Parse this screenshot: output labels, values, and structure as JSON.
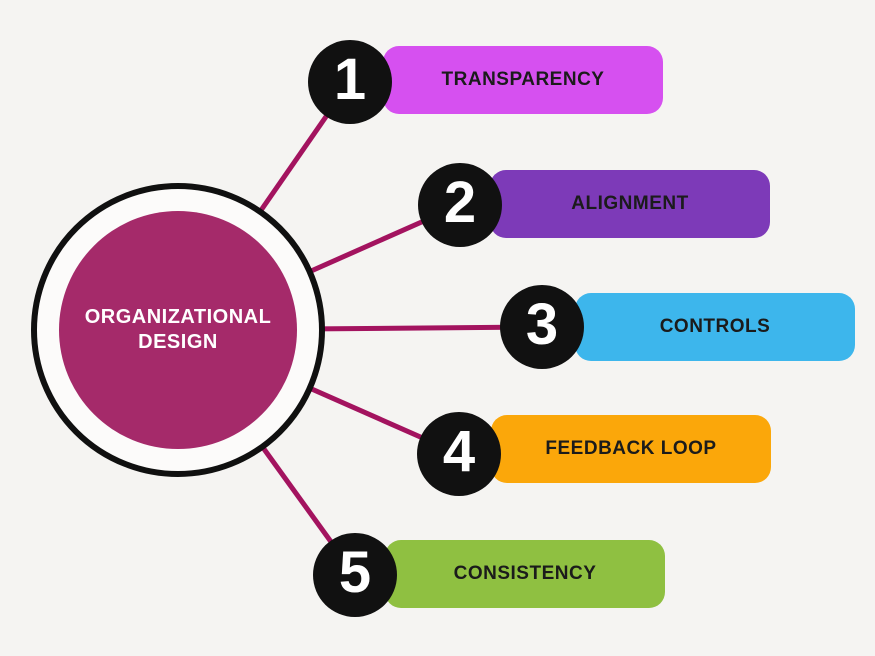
{
  "background": "#f5f4f2",
  "center": {
    "title_line1": "ORGANIZATIONAL",
    "title_line2": "DESIGN",
    "circle_color": "#a52a6a",
    "ring_fill": "#fcfbfa",
    "ring_border": "#101010",
    "text_color": "#ffffff"
  },
  "colors": {
    "connector": "#a3135f",
    "badge_background": "#111111",
    "badge_number": "#ffffff",
    "label_text": "#1b1b1b"
  },
  "items": [
    {
      "number": "1",
      "label": "TRANSPARENCY",
      "color": "#d650f0"
    },
    {
      "number": "2",
      "label": "ALIGNMENT",
      "color": "#7d3ab8"
    },
    {
      "number": "3",
      "label": "CONTROLS",
      "color": "#3db6ec"
    },
    {
      "number": "4",
      "label": "FEEDBACK LOOP",
      "color": "#fba70a"
    },
    {
      "number": "5",
      "label": "CONSISTENCY",
      "color": "#8fc041"
    }
  ]
}
